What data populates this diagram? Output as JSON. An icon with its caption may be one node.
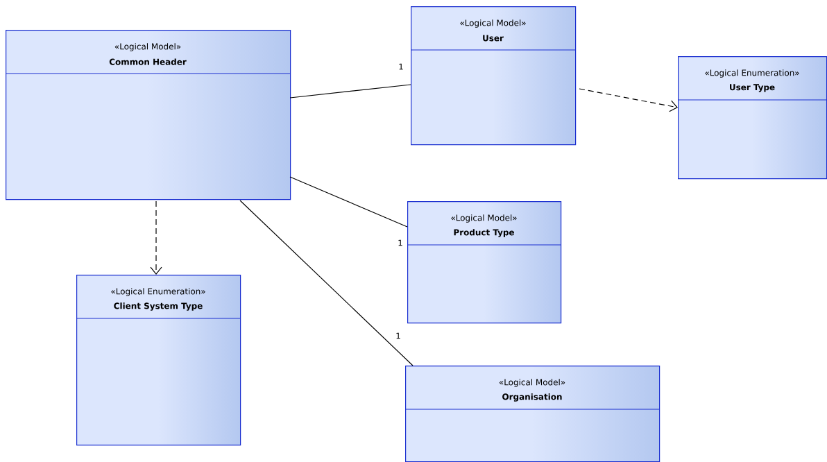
{
  "diagram": {
    "nodes": [
      {
        "text": [
          "«Logical Model»",
          "Common Header"
        ]
      },
      {
        "text": [
          "«Logical Model»",
          "User"
        ]
      },
      {
        "text": [
          "«Logical Enumeration»",
          "User Type"
        ]
      },
      {
        "text": [
          "«Logical Model»",
          "Product Type"
        ]
      },
      {
        "text": [
          "«Logical Enumeration»",
          "Client System Type"
        ]
      },
      {
        "text": [
          "«Logical Model»",
          "Organisation"
        ]
      }
    ],
    "edges": [
      {
        "from": 0,
        "to": 1,
        "arrow": "none",
        "label": "1"
      },
      {
        "from": 1,
        "to": 2,
        "arrow": "to",
        "style": "dashed"
      },
      {
        "from": 0,
        "to": 3,
        "arrow": "none",
        "label": "1"
      },
      {
        "from": 0,
        "to": 4,
        "arrow": "to",
        "style": "dashed"
      },
      {
        "from": 0,
        "to": 5,
        "arrow": "none",
        "label": "1"
      }
    ]
  }
}
